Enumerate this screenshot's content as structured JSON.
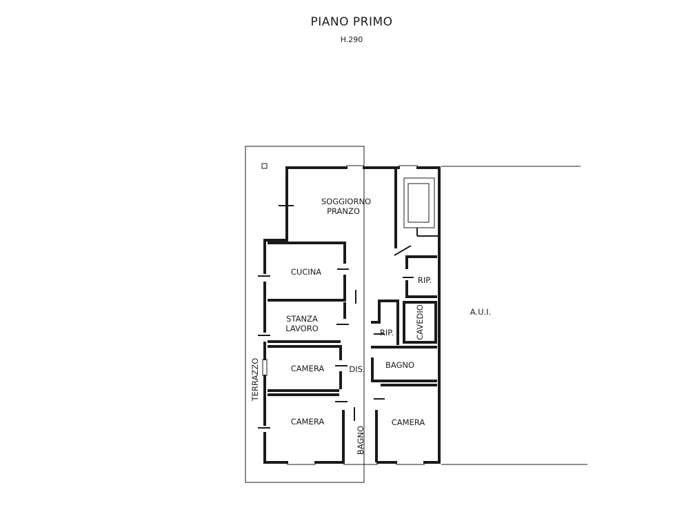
{
  "header": {
    "title": "PIANO PRIMO",
    "height_note": "H.290"
  },
  "rooms": {
    "soggiorno": "SOGGIORNO",
    "pranzo": "PRANZO",
    "cucina": "CUCINA",
    "stanza": "STANZA",
    "lavoro": "LAVORO",
    "camera_1": "CAMERA",
    "camera_2": "CAMERA",
    "camera_3": "CAMERA",
    "dis": "DIS.",
    "bagno_1": "BAGNO",
    "bagno_2": "BAGNO",
    "rip_1": "RIP.",
    "rip_2": "RIP.",
    "cavedio": "CAVEDIO",
    "terrazzo": "TERRAZZO",
    "aui": "A.U.I."
  }
}
